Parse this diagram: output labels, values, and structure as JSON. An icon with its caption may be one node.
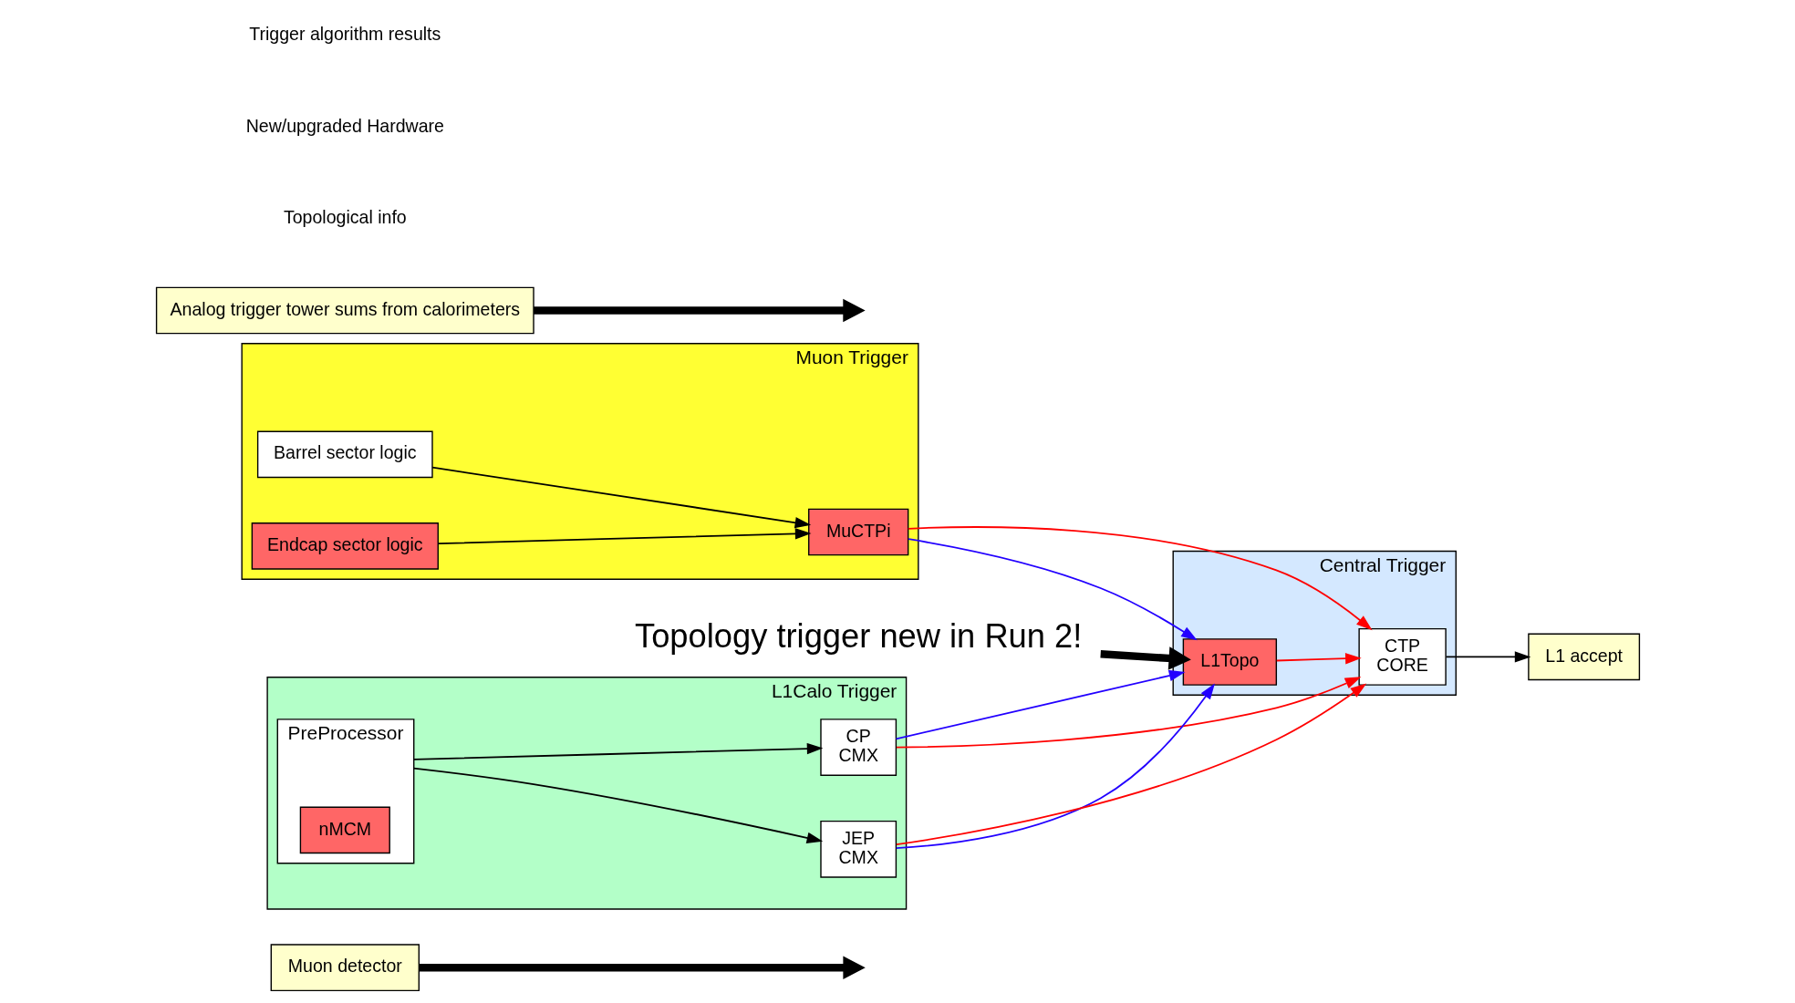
{
  "diagram": {
    "nodes": [
      {
        "text": [
          "Muon detector"
        ]
      },
      {
        "text": [
          "Muon Trigger"
        ]
      },
      {
        "text": [
          "Barrel sector logic"
        ],
        "in": 1
      },
      {
        "text": [
          "Endcap sector logic"
        ],
        "in": 1
      },
      {
        "text": [
          "MuCTPi"
        ],
        "in": 1
      },
      {
        "text": [
          "Topology trigger new in Run 2!"
        ]
      },
      {
        "text": [
          "Central Trigger"
        ]
      },
      {
        "text": [
          "L1Topo"
        ],
        "in": 6
      },
      {
        "text": [
          "CTP",
          "CORE"
        ],
        "in": 6
      },
      {
        "text": [
          "L1 accept"
        ]
      },
      {
        "text": [
          "Analog trigger tower sums from calorimeters"
        ]
      },
      {
        "text": [
          "L1Calo Trigger"
        ]
      },
      {
        "text": [
          "PreProcessor"
        ],
        "in": 11
      },
      {
        "text": [
          "nMCM"
        ],
        "in": 12
      },
      {
        "text": [
          "CP",
          "CMX"
        ],
        "in": 11
      },
      {
        "text": [
          "JEP",
          "CMX"
        ],
        "in": 11
      }
    ],
    "edges": [
      {
        "from": 0,
        "to": null,
        "arrow": "to",
        "style": "thick"
      },
      {
        "from": 2,
        "to": 4,
        "arrow": "to"
      },
      {
        "from": 3,
        "to": 4,
        "arrow": "to"
      },
      {
        "from": 4,
        "to": 7,
        "arrow": "to",
        "color": "#2200ff"
      },
      {
        "from": 4,
        "to": 8,
        "arrow": "to",
        "color": "#ff0000"
      },
      {
        "from": 5,
        "to": 7,
        "arrow": "to",
        "style": "thick"
      },
      {
        "from": 7,
        "to": 8,
        "arrow": "to",
        "color": "#ff0000"
      },
      {
        "from": 8,
        "to": 9,
        "arrow": "to"
      },
      {
        "from": 10,
        "to": null,
        "arrow": "to",
        "style": "thick"
      },
      {
        "from": 12,
        "to": 14,
        "arrow": "to"
      },
      {
        "from": 12,
        "to": 15,
        "arrow": "to"
      },
      {
        "from": 14,
        "to": 7,
        "arrow": "to",
        "color": "#2200ff"
      },
      {
        "from": 15,
        "to": 7,
        "arrow": "to",
        "color": "#2200ff"
      },
      {
        "from": 14,
        "to": 8,
        "arrow": "to",
        "color": "#ff0000"
      },
      {
        "from": 15,
        "to": 8,
        "arrow": "to",
        "color": "#ff0000"
      }
    ],
    "legend": [
      {
        "text": "Trigger algorithm results"
      },
      {
        "text": "New/upgraded Hardware"
      },
      {
        "text": "Topological info"
      }
    ]
  }
}
